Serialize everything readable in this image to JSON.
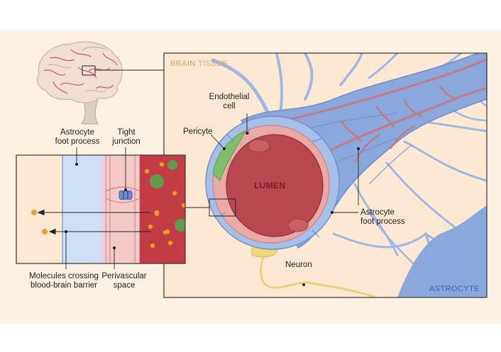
{
  "region_labels": {
    "brain_tissue": "BRAIN TISSUE",
    "astrocyte": "ASTROCYTE",
    "lumen": "LUMEN"
  },
  "labels": {
    "endothelial_cell": [
      "Endothelial",
      "cell"
    ],
    "pericyte": "Pericyte",
    "astrocyte_foot_process_inset": [
      "Astrocyte",
      "foot process"
    ],
    "tight_junction": [
      "Tight",
      "junction"
    ],
    "astrocyte_foot_process_main": [
      "Astrocyte",
      "foot process"
    ],
    "neuron": "Neuron",
    "molecules_crossing": [
      "Molecules crossing",
      "blood-brain barrier"
    ],
    "perivascular_space": [
      "Perivascular",
      "space"
    ]
  },
  "colors": {
    "background_tissue": "#fde9d3",
    "astrocyte_blue": "#8aa8dc",
    "vessel_wall_pink": "#f2b7b2",
    "lumen_red": "#b8484f",
    "blood_red": "#c23b45",
    "molecule_orange": "#f0a02a",
    "neuron_yellow": "#e8d27a",
    "tag_orange": "#d9a466",
    "tag_blue": "#3f5fa8"
  }
}
